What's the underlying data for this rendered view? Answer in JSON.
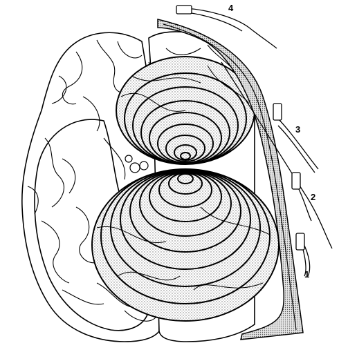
{
  "figure": {
    "labels": {
      "one": "1",
      "two": "2",
      "three": "3",
      "four": "4"
    }
  },
  "colors": {
    "ink": "#000000",
    "paper": "#ffffff",
    "stipple": "#9a9a9a"
  }
}
